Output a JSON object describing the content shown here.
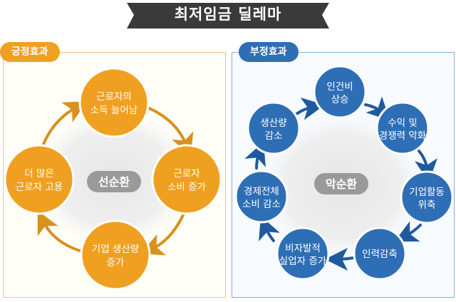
{
  "title": "최저임금 딜레마",
  "left": {
    "tag": "긍정효과",
    "center": "선순환",
    "nodes": [
      {
        "line1": "근로자의",
        "line2": "소득 늘어남"
      },
      {
        "line1": "근로자",
        "line2": "소비 증가"
      },
      {
        "line1": "기업 생산량",
        "line2": "증가"
      },
      {
        "line1": "더 많은",
        "line2": "근로자 고용"
      }
    ]
  },
  "right": {
    "tag": "부정효과",
    "center": "악순환",
    "nodes": [
      {
        "line1": "인건비",
        "line2": "상승"
      },
      {
        "line1": "수익 및",
        "line2": "경쟁력 악화"
      },
      {
        "line1": "기업활동",
        "line2": "위축"
      },
      {
        "line1": "인력감축",
        "line2": ""
      },
      {
        "line1": "비자발적",
        "line2": "실업자 증가"
      },
      {
        "line1": "경제전체",
        "line2": "소비 감소"
      },
      {
        "line1": "생산량",
        "line2": "감소"
      }
    ]
  },
  "colors": {
    "title_banner": "#3a3a3a",
    "positive": "#f0a020",
    "positive_arrow": "#d8901e",
    "negative": "#2e6eb5",
    "negative_arrow": "#1f5a9e",
    "center_badge": "#9a9a9a"
  }
}
